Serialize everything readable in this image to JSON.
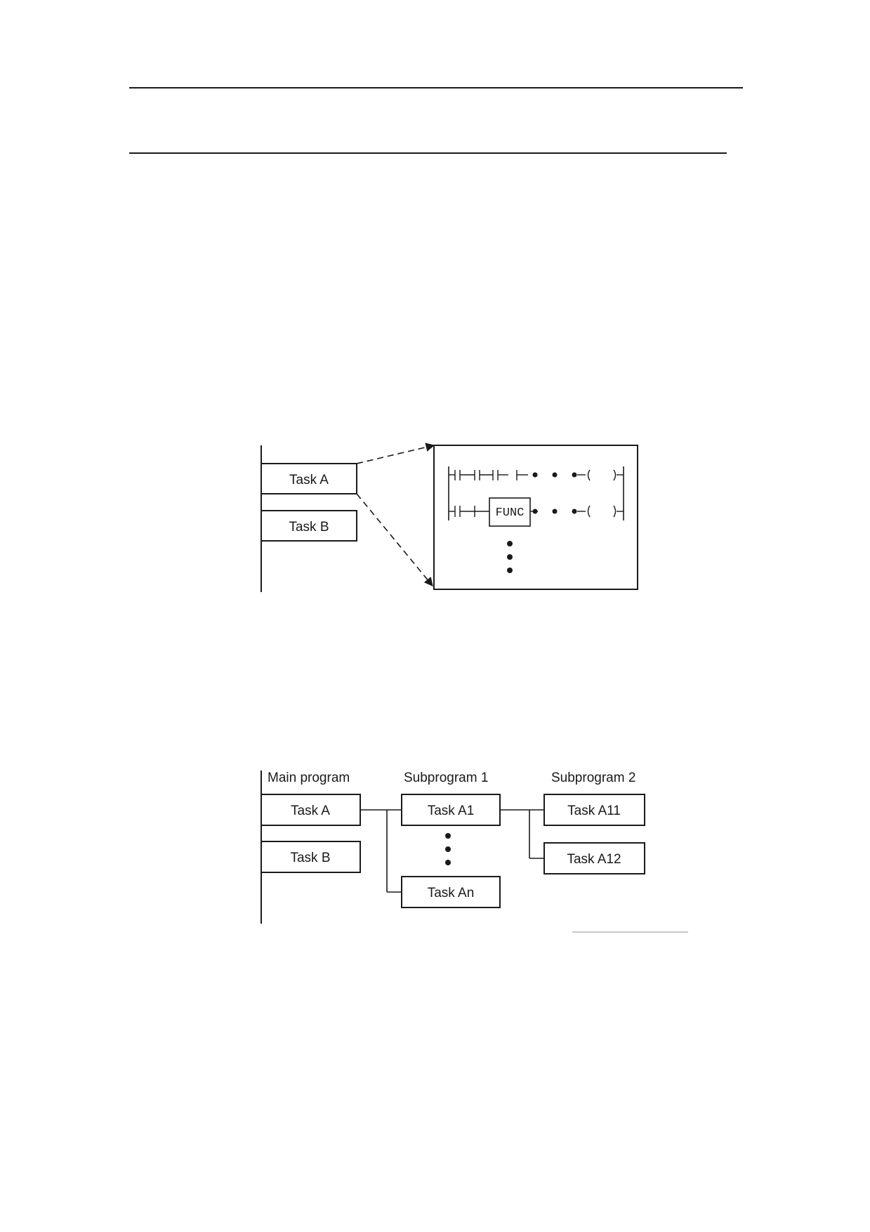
{
  "diagram_1": {
    "task_a": "Task A",
    "task_b": "Task B",
    "func_label": "FUNC"
  },
  "diagram_2": {
    "headers": {
      "main": "Main program",
      "sub1": "Subprogram 1",
      "sub2": "Subprogram 2"
    },
    "main_tasks": [
      "Task A",
      "Task B"
    ],
    "sub1_tasks": [
      "Task A1",
      "Task An"
    ],
    "sub2_tasks": [
      "Task A11",
      "Task A12"
    ]
  },
  "colors": {
    "ink": "#1a1a1a",
    "background": "#ffffff"
  }
}
